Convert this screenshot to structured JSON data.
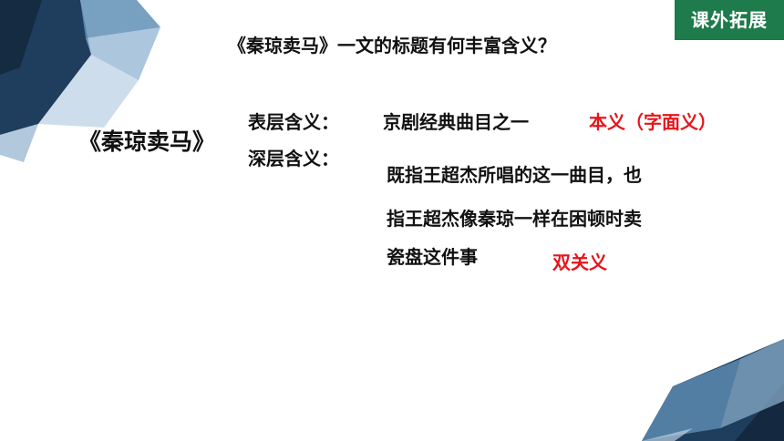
{
  "badge": {
    "label": "课外拓展"
  },
  "question": "《秦琼卖马》一文的标题有何丰富含义？",
  "play_title": "《秦琼卖马》",
  "surface": {
    "label": "表层含义：",
    "text": "京剧经典曲目之一",
    "note": "本义（字面义）"
  },
  "deep": {
    "label": "深层含义：",
    "lines": [
      "既指王超杰所唱的这一曲目，也",
      "指王超杰像秦琼一样在困顿时卖",
      "瓷盘这件事"
    ],
    "note": "双关义"
  },
  "colors": {
    "accent_red": "#e8141b",
    "badge_green": "#1e7b4b",
    "deco_navy": "#1f3d5c",
    "deco_blue": "#5f8fb6"
  }
}
